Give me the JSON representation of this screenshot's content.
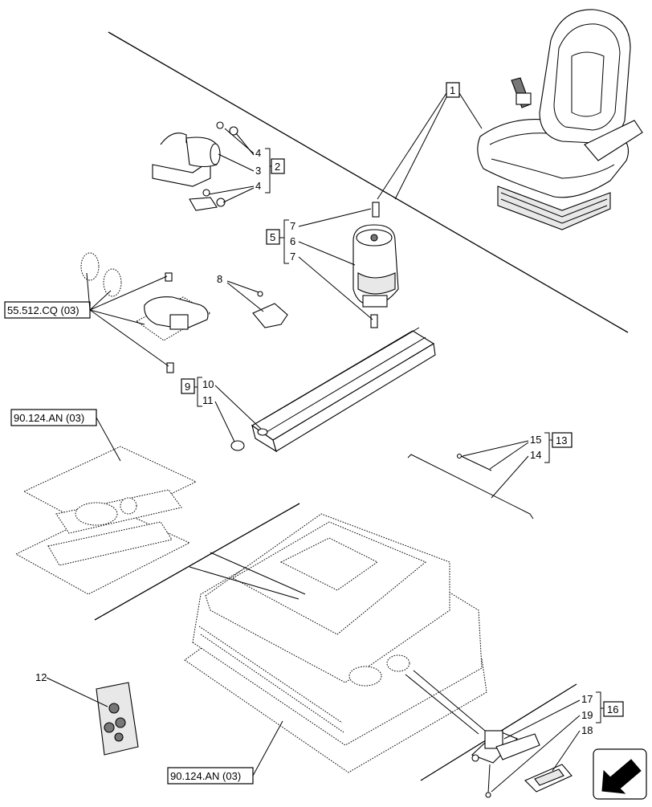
{
  "callouts": {
    "c1": "1",
    "c2": "2",
    "c3": "3",
    "c4a": "4",
    "c4b": "4",
    "c5": "5",
    "c6": "6",
    "c7a": "7",
    "c7b": "7",
    "c8": "8",
    "c9": "9",
    "c10": "10",
    "c11": "11",
    "c12": "12",
    "c13": "13",
    "c14": "14",
    "c15": "15",
    "c16": "16",
    "c17": "17",
    "c18": "18",
    "c19": "19"
  },
  "refs": {
    "ref_55512": "55.512.CQ (03)",
    "ref_90124_top": "90.124.AN (03)",
    "ref_90124_bottom": "90.124.AN (03)"
  },
  "icons": {
    "nav_arrow": "arrow-down-left-icon"
  }
}
